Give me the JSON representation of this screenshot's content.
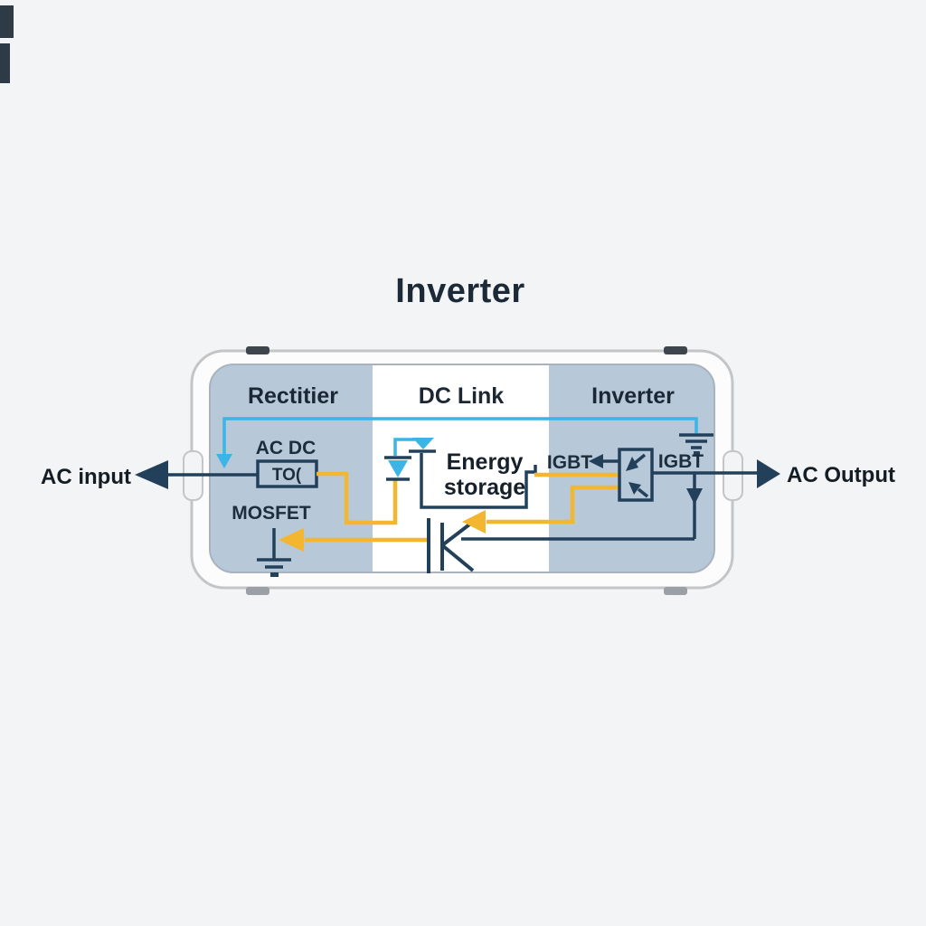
{
  "title": "Inverter",
  "sections": {
    "rectifier_label": "Rectitier",
    "dc_link_label": "DC Link",
    "inverter_label": "Inverter"
  },
  "io": {
    "ac_input": "AC input",
    "ac_output": "AC Output"
  },
  "rectifier": {
    "converter_label": "AC DC",
    "converter_box_text": "TO(",
    "mosfet_label": "MOSFET"
  },
  "dc_link": {
    "storage_line1": "Energy",
    "storage_line2": "storage"
  },
  "inverter": {
    "igbt_left_label": "IGBT",
    "igbt_right_label": "IGBT"
  },
  "colors": {
    "background": "#f3f4f5",
    "panel_blue": "#b7c8d9",
    "band_white": "#ffffff",
    "navy": "#23405a",
    "text_dark": "#1b2733",
    "cyan": "#3cb4e5",
    "yellow": "#f2b630",
    "enclosure_border": "#c3c5c7"
  }
}
